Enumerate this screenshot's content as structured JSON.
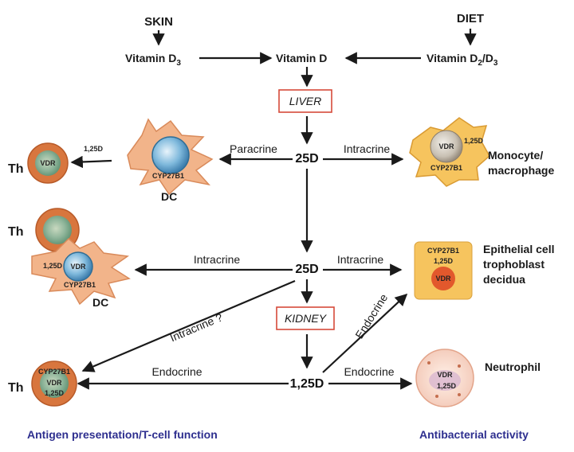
{
  "sources": {
    "skin": "SKIN",
    "diet": "DIET",
    "skin_color": "#d4322f",
    "diet_color": "#2a8a3e"
  },
  "vitamins": {
    "d3_main": "Vitamin D",
    "d3_sub": "3",
    "vitd": "Vitamin D",
    "d2d3_main": "Vitamin D",
    "d2_sub": "2",
    "d3b_sub": "3"
  },
  "organs": {
    "liver": "LIVER",
    "kidney": "KIDNEY",
    "box_color": "#d64a3a"
  },
  "metabolites": {
    "25d_top": "25D",
    "25d_mid": "25D",
    "125d": "1,25D",
    "125d_small": "1,25D"
  },
  "arrow_labels": {
    "paracrine": "Paracrine",
    "intracrine_top": "Intracrine",
    "intracrine_left": "Intracrine",
    "intracrine_right": "Intracrine",
    "intracrine_q": "Intracrine ?",
    "endocrine_left": "Endocrine",
    "endocrine_right": "Endocrine",
    "endocrine_diag": "Endocrine"
  },
  "cells": {
    "th1": "Th",
    "th2": "Th",
    "th3": "Th",
    "dc1": "DC",
    "dc2": "DC",
    "vdr": "VDR",
    "cyp": "CYP27B1",
    "d125": "1,25D",
    "monocyte": "Monocyte/",
    "macrophage": "macrophage",
    "epi1": "Epithelial cell",
    "epi2": "trophoblast",
    "epi3": "decidua",
    "neutrophil": "Neutrophil"
  },
  "captions": {
    "left": "Antigen presentation/T-cell function",
    "right": "Antibacterial activity",
    "color": "#2e2f8f"
  }
}
